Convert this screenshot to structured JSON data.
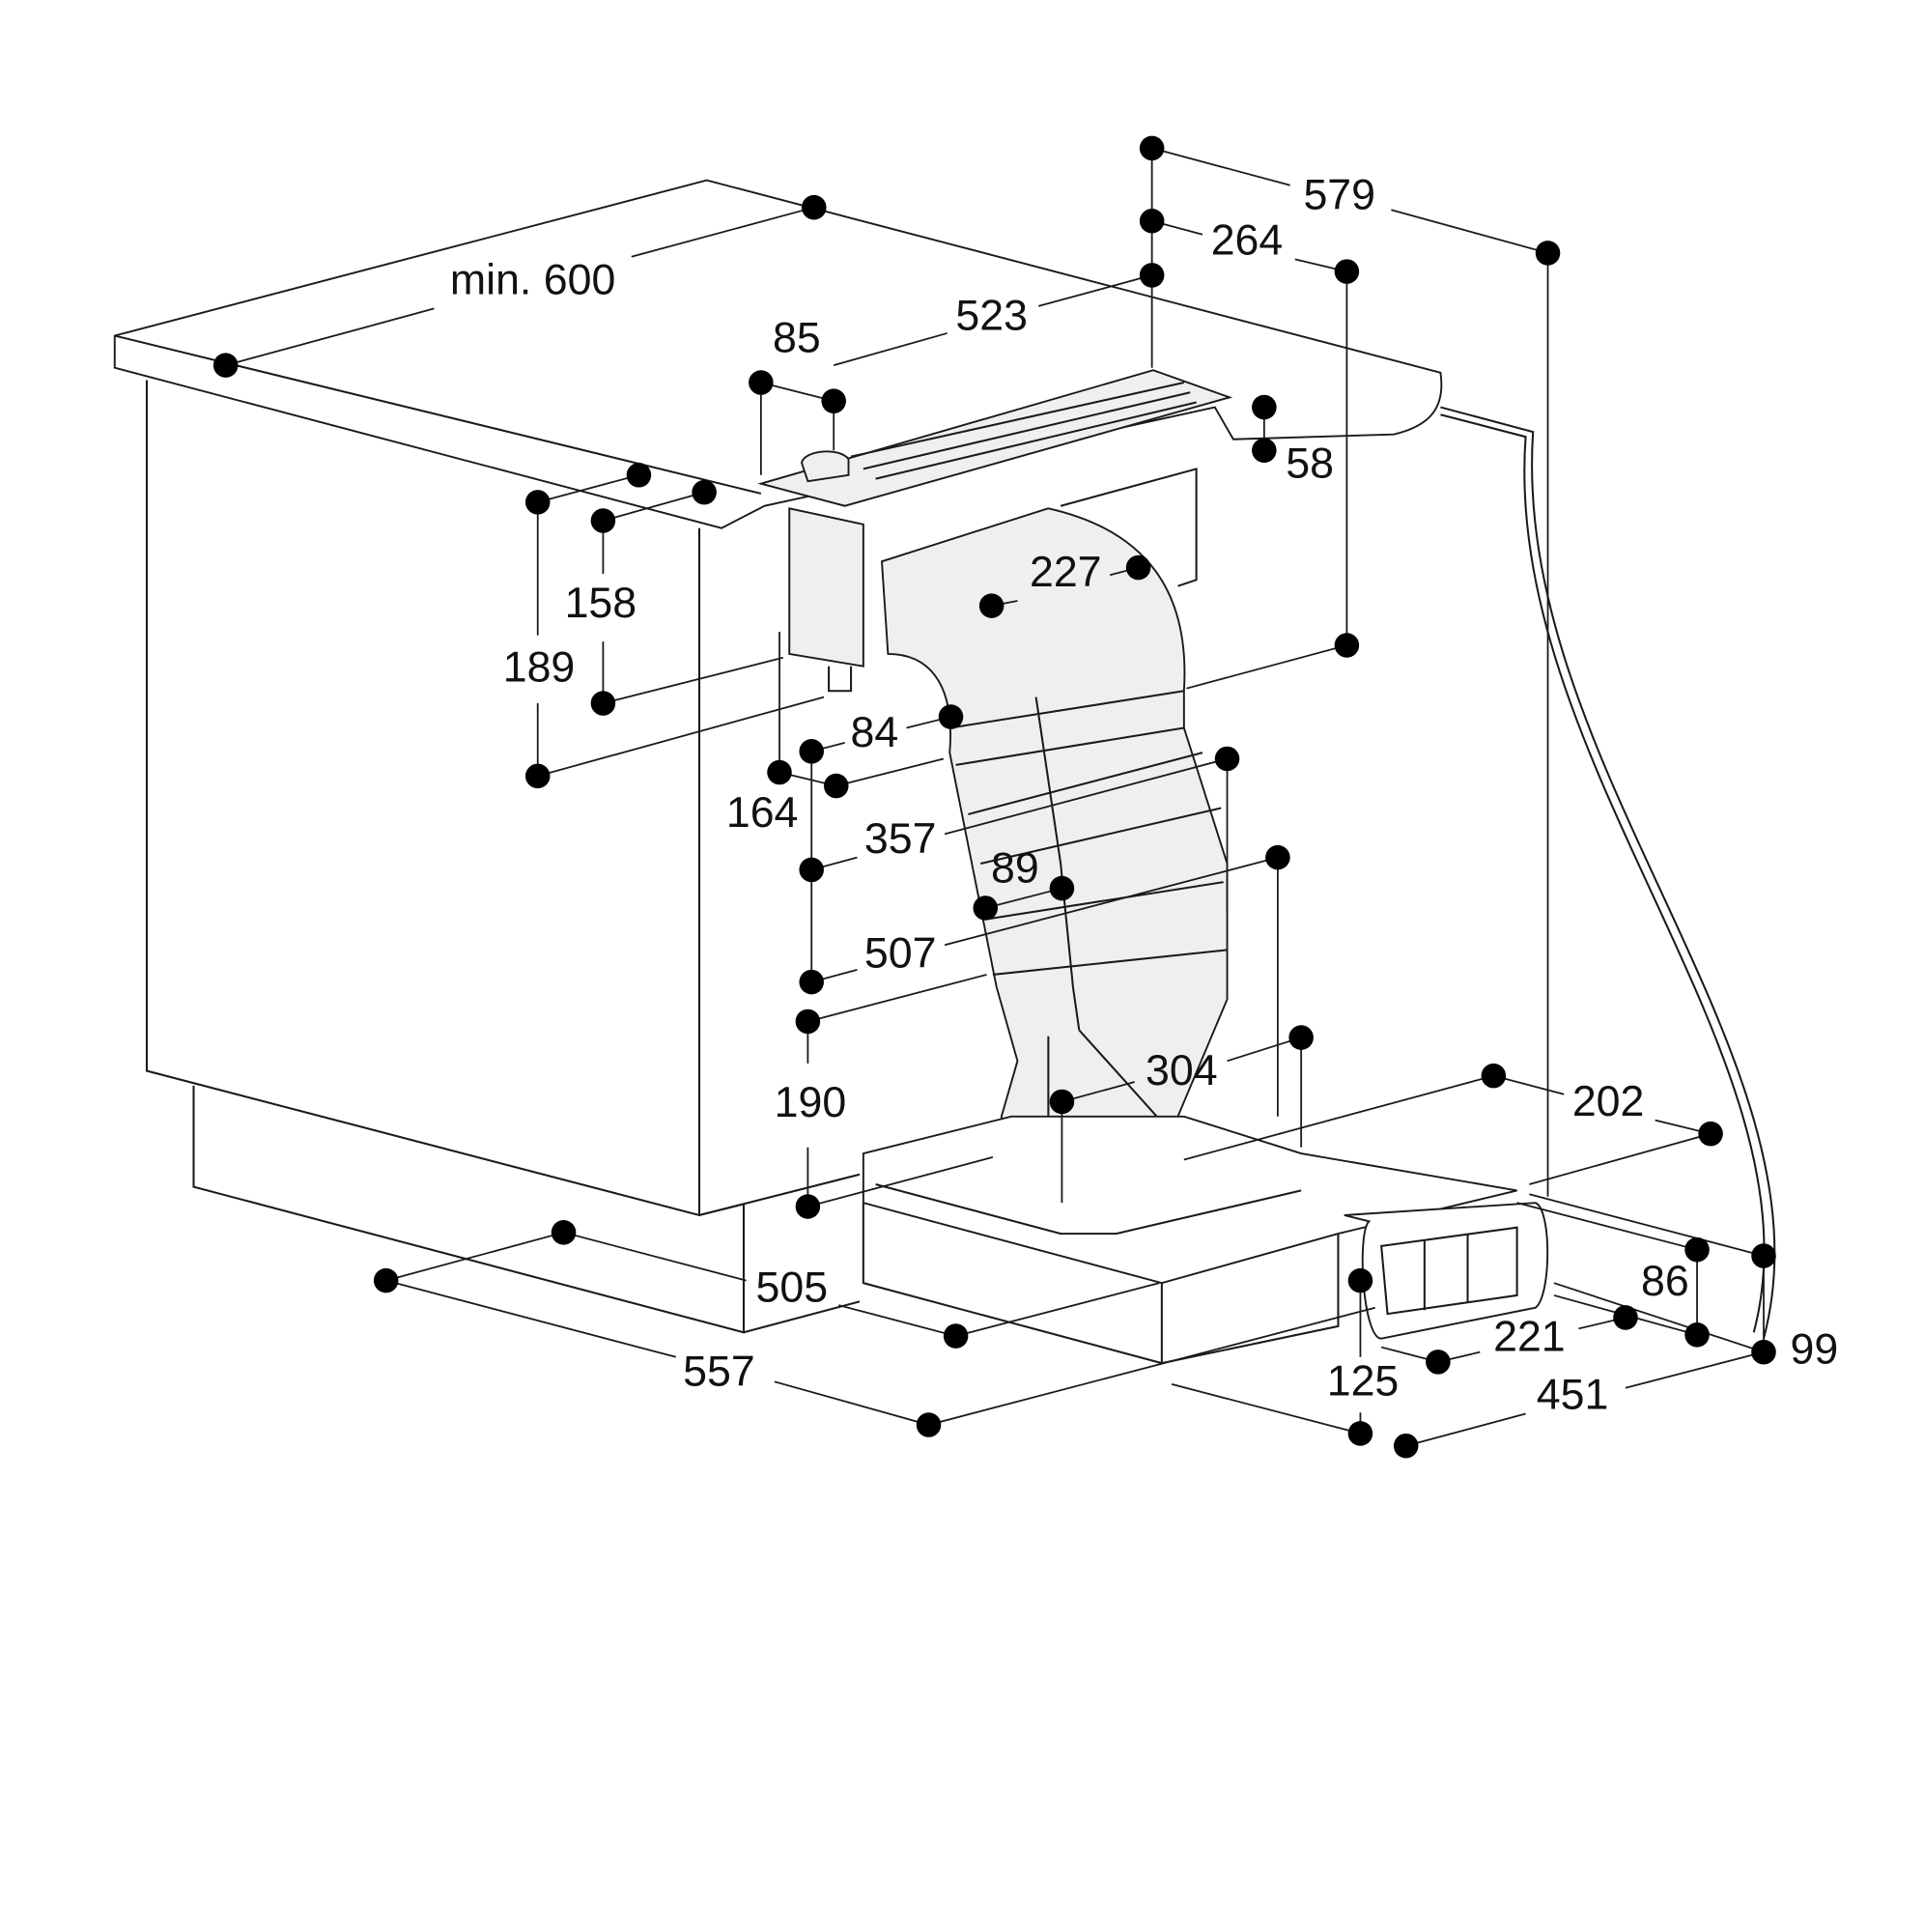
{
  "drawing": {
    "dimensions": {
      "d579": "579",
      "d264": "264",
      "d523": "523",
      "d85": "85",
      "dmin600": "min. 600",
      "d58": "58",
      "d227": "227",
      "d158": "158",
      "d189": "189",
      "d84": "84",
      "d164": "164",
      "d357": "357",
      "d89": "89",
      "d507": "507",
      "d190": "190",
      "d304": "304",
      "d202": "202",
      "d505": "505",
      "d557": "557",
      "d125": "125",
      "d221": "221",
      "d451": "451",
      "d86": "86",
      "d99": "99"
    },
    "colors": {
      "line": "#1a1a1a",
      "part_fill": "#efefef"
    }
  }
}
